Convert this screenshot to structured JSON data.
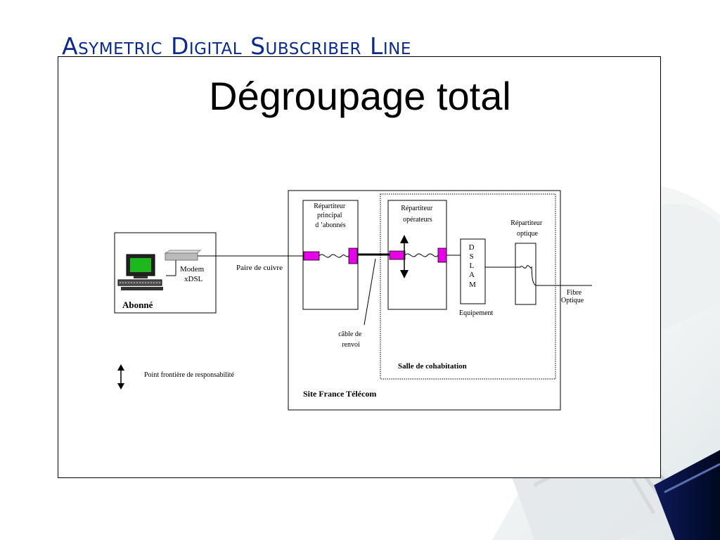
{
  "slide": {
    "heading_words": [
      "Asymetric",
      "Digital",
      "Subscriber",
      "Line"
    ],
    "title": "Dégroupage total"
  },
  "diagram": {
    "subscriber_box_label": "Abonné",
    "modem_label_1": "Modem",
    "modem_label_2": "xDSL",
    "copper_pair_label": "Paire de cuivre",
    "main_distribution_label": [
      "Répartiteur",
      "principal",
      "d ’abonnés"
    ],
    "operator_distribution_label": [
      "Répartiteur",
      "opérateurs"
    ],
    "dslam_letters": [
      "D",
      "S",
      "L",
      "A",
      "M"
    ],
    "equipment_label": "Equipement",
    "optical_distribution_label": [
      "Répartiteur",
      "optique"
    ],
    "fiber_label": [
      "Fibre",
      "Optique"
    ],
    "crossover_cable_label": [
      "câble de",
      "renvoi"
    ],
    "colocation_room_label": "Salle de cohabitation",
    "site_label": "Site France Télécom",
    "responsibility_point_label": "Point frontière de responsabilité"
  },
  "colors": {
    "heading": "#0a2a8e",
    "connector": "#e800e8",
    "monitor_screen": "#1db81d"
  }
}
